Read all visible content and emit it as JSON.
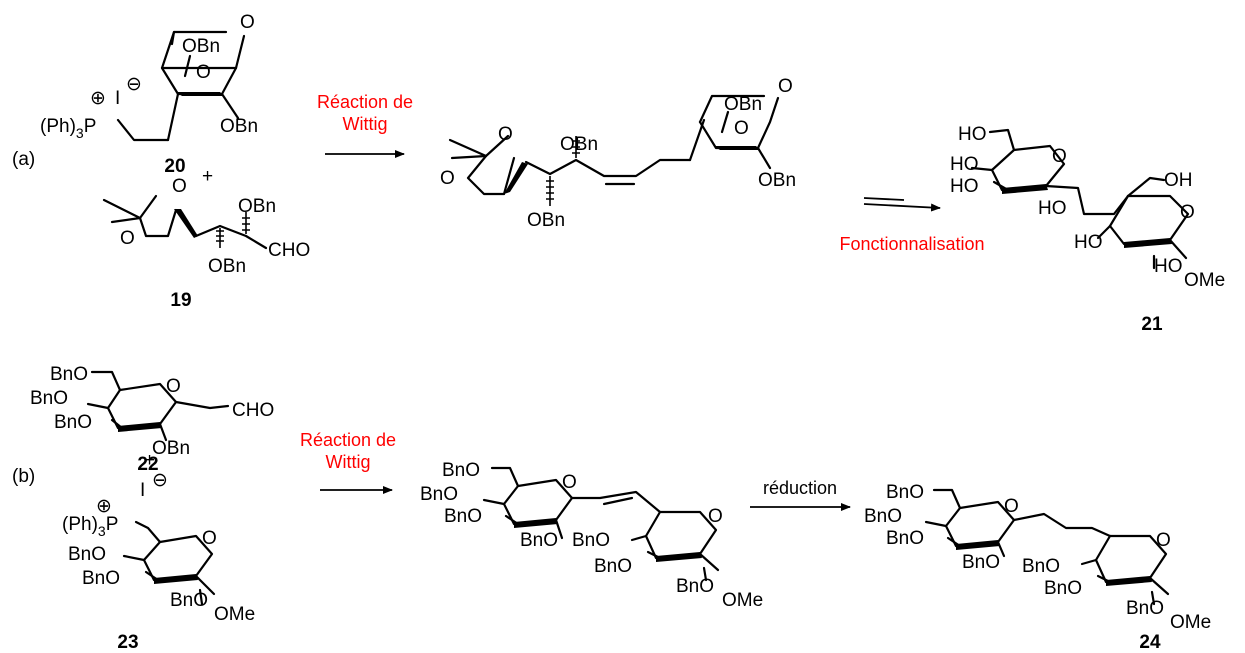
{
  "panels": {
    "a": {
      "label": "(a)",
      "reagent_20": {
        "id": "20",
        "charges": {
          "phosphonium": "⊕",
          "iodide_ion": "I",
          "iodide_charge": "⊖"
        },
        "phosphonium": "(Ph)",
        "phosphonium_sub": "3",
        "phosphorus": "P",
        "groups": {
          "obn_top": "OBn",
          "o_ring": "O",
          "o_bridge": "O",
          "obn_bottom": "OBn"
        }
      },
      "plus": "+",
      "reagent_19": {
        "id": "19",
        "groups": {
          "o_top": "O",
          "o_left": "O",
          "obn_up": "OBn",
          "cho": "CHO",
          "obn_down": "OBn"
        }
      },
      "step1": {
        "label_line1": "Réaction de",
        "label_line2": "Wittig"
      },
      "intermediate": {
        "groups": {
          "o_top": "O",
          "o_left": "O",
          "obn_up": "OBn",
          "obn_down": "OBn",
          "o_ring": "O",
          "obn_top": "OBn",
          "o_bridge": "O",
          "obn_bottom": "OBn"
        }
      },
      "step2": {
        "label": "Fonctionnalisation"
      },
      "product_21": {
        "id": "21",
        "groups": {
          "ho_top": "HO",
          "ho_1": "HO",
          "ho_2": "HO",
          "o_ring1": "O",
          "ho_3": "HO",
          "oh": "OH",
          "o_ring2": "O",
          "ho_4": "HO",
          "ho_5": "HO",
          "ome": "OMe"
        }
      }
    },
    "b": {
      "label": "(b)",
      "reagent_22": {
        "id": "22",
        "groups": {
          "bno_top": "BnO",
          "bno_1": "BnO",
          "bno_2": "BnO",
          "o_ring": "O",
          "cho": "CHO",
          "obn": "OBn"
        }
      },
      "reagent_23": {
        "id": "23",
        "charges": {
          "plus": "+",
          "phosphonium": "⊕",
          "iodide_ion": "I",
          "iodide_charge": "⊖"
        },
        "phosphonium": "(Ph)",
        "phosphonium_sub": "3",
        "phosphorus": "P",
        "groups": {
          "bno_1": "BnO",
          "bno_2": "BnO",
          "o_ring": "O",
          "bno_3": "BnO",
          "ome": "OMe"
        }
      },
      "step1": {
        "label_line1": "Réaction de",
        "label_line2": "Wittig"
      },
      "intermediate": {
        "groups": {
          "bno_top": "BnO",
          "bno_1": "BnO",
          "bno_2": "BnO",
          "o_ring1": "O",
          "bno_3": "BnO",
          "bno_4": "BnO",
          "bno_5": "BnO",
          "o_ring2": "O",
          "bno_6": "BnO",
          "ome": "OMe"
        }
      },
      "step2": {
        "label": "réduction"
      },
      "product_24": {
        "id": "24",
        "groups": {
          "bno_top": "BnO",
          "bno_1": "BnO",
          "bno_2": "BnO",
          "o_ring1": "O",
          "bno_3": "BnO",
          "bno_4": "BnO",
          "bno_5": "BnO",
          "o_ring2": "O",
          "bno_6": "BnO",
          "ome": "OMe"
        }
      }
    }
  }
}
